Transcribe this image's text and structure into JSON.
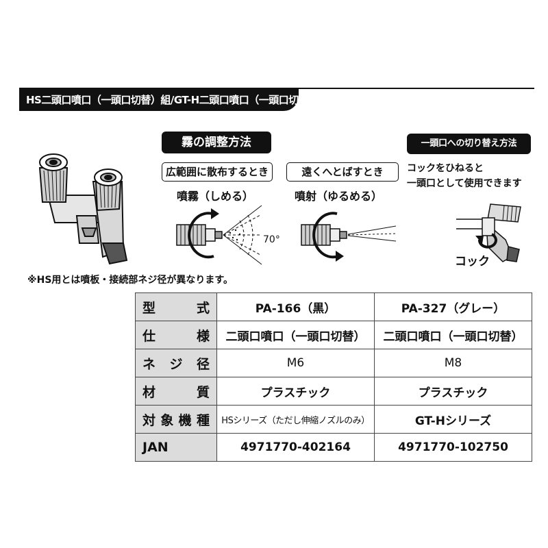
{
  "title": "HS二頭口噴口（一頭口切替）組/GT-H二頭口噴口（一頭口切替）組",
  "mist": {
    "heading": "霧の調整方法",
    "wide": {
      "label": "広範囲に散布するとき",
      "mode": "噴霧（しめる）",
      "angle": "70°"
    },
    "far": {
      "label": "遠くへとばすとき",
      "mode": "噴射（ゆるめる）"
    }
  },
  "switch": {
    "heading": "一頭口への切り替え方法",
    "line1": "コックをひねると",
    "line2": "一頭口として使用できます",
    "cock": "コック"
  },
  "note": "※HS用とは噴板・接続部ネジ径が異なります。",
  "spec": {
    "rows": [
      {
        "label": "型式",
        "a": "PA-166（黒）",
        "b": "PA-327（グレー）"
      },
      {
        "label": "仕様",
        "a": "二頭口噴口（一頭口切替）",
        "b": "二頭口噴口（一頭口切替）"
      },
      {
        "label": "ネジ径",
        "a": "M6",
        "b": "M8"
      },
      {
        "label": "材質",
        "a": "プラスチック",
        "b": "プラスチック"
      },
      {
        "label": "対象機種",
        "a": "HSシリーズ（ただし伸縮ノズルのみ）",
        "b": "GT-Hシリーズ"
      },
      {
        "label": "JAN",
        "a": "4971770-402164",
        "b": "4971770-102750"
      }
    ]
  }
}
